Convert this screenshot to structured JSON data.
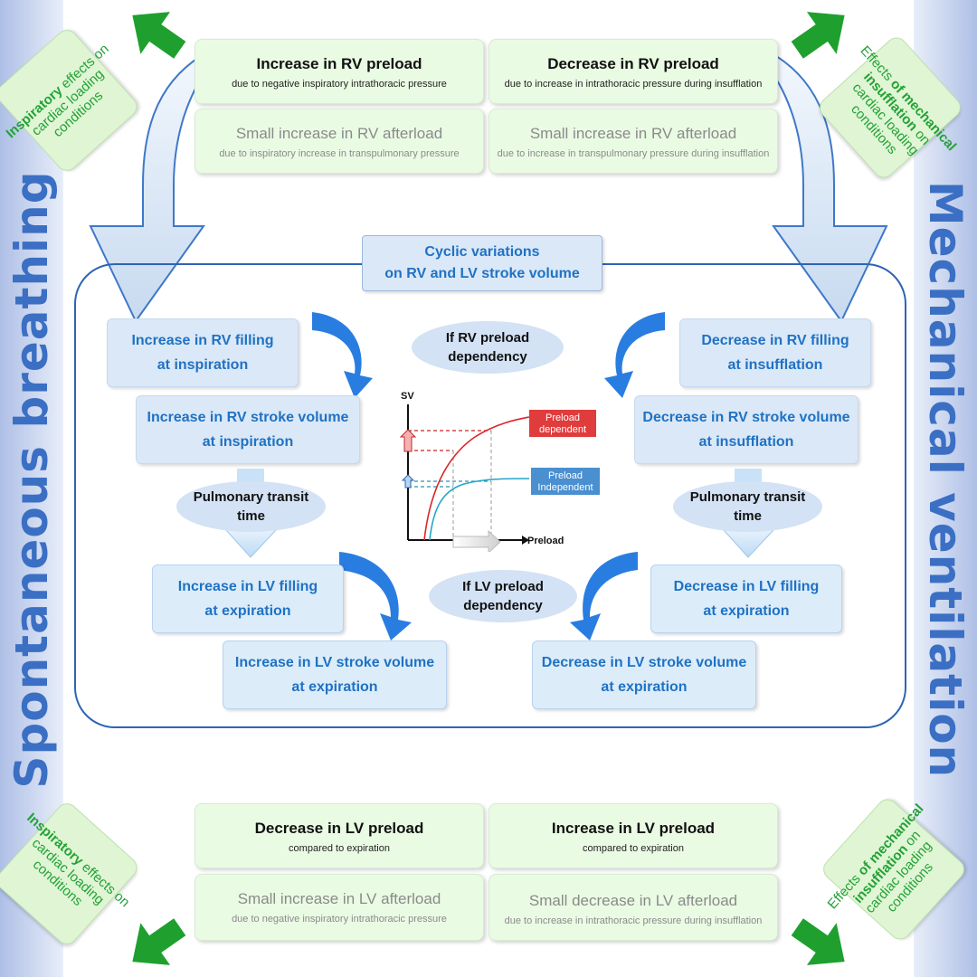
{
  "side_titles": {
    "left": "Spontaneous breathing",
    "right": "Mechanical ventilation"
  },
  "corner_notes": {
    "top_left": {
      "bold": "Inspiratory",
      "rest": " effects on cardiac loading conditions"
    },
    "top_right": {
      "pre": "Effects ",
      "bold": "of mechanical insufflation",
      "rest": " on cardiac loading conditions"
    },
    "bottom_left": {
      "bold": "Inspiratory",
      "rest": " effects on cardiac loading conditions"
    },
    "bottom_right": {
      "pre": "Effects ",
      "bold": "of mechanical insufflation",
      "rest": " on cardiac loading conditions"
    }
  },
  "top_boxes": {
    "rv_preload_increase": {
      "title": "Increase in RV preload",
      "sub": "due to negative inspiratory intrathoracic pressure"
    },
    "rv_preload_decrease": {
      "title": "Decrease in RV preload",
      "sub": "due to increase in intrathoracic pressure during insufflation"
    },
    "rv_afterload_small_increase_sb": {
      "title": "Small increase in RV afterload",
      "sub": "due to inspiratory increase in transpulmonary pressure"
    },
    "rv_afterload_small_increase_mv": {
      "title": "Small increase in RV afterload",
      "sub": "due to increase in transpulmonary pressure during insufflation"
    }
  },
  "bottom_boxes": {
    "lv_preload_decrease": {
      "title": "Decrease in LV preload",
      "sub": "compared to expiration"
    },
    "lv_preload_increase": {
      "title": "Increase in LV preload",
      "sub": "compared to expiration"
    },
    "lv_afterload_small_increase": {
      "title": "Small increase in LV afterload",
      "sub": "due to negative inspiratory intrathoracic pressure"
    },
    "lv_afterload_small_decrease": {
      "title": "Small decrease in LV afterload",
      "sub": "due to increase in intrathoracic pressure during insufflation"
    }
  },
  "cyclic": {
    "line1": "Cyclic variations",
    "line2": "on RV and LV stroke volume"
  },
  "left_flow": {
    "rv_filling": {
      "line1": "Increase in RV filling",
      "line2": "at inspiration"
    },
    "rv_stroke": {
      "line1": "Increase in RV stroke volume",
      "line2": "at inspiration"
    },
    "transit": {
      "line1": "Pulmonary transit",
      "line2": "time"
    },
    "lv_filling": {
      "line1": "Increase in LV filling",
      "line2": "at expiration"
    },
    "lv_stroke": {
      "line1": "Increase in LV stroke volume",
      "line2": "at expiration"
    }
  },
  "right_flow": {
    "rv_filling": {
      "line1": "Decrease in RV filling",
      "line2": "at insufflation"
    },
    "rv_stroke": {
      "line1": "Decrease in RV stroke volume",
      "line2": "at insufflation"
    },
    "transit": {
      "line1": "Pulmonary transit",
      "line2": "time"
    },
    "lv_filling": {
      "line1": "Decrease in LV filling",
      "line2": "at expiration"
    },
    "lv_stroke": {
      "line1": "Decrease in LV stroke volume",
      "line2": "at expiration"
    }
  },
  "dependency": {
    "rv": {
      "line1": "If RV preload",
      "line2": "dependency"
    },
    "lv": {
      "line1": "If LV preload",
      "line2": "dependency"
    }
  },
  "graph": {
    "y_label": "SV",
    "x_label": "Preload",
    "dependent": {
      "line1": "Preload",
      "line2": "dependent"
    },
    "independent": {
      "line1": "Preload",
      "line2": "Independent"
    }
  },
  "colors": {
    "accent_blue": "#1f72c4",
    "frame_blue": "#2d64b4",
    "green": "#23a236",
    "dependent_red": "#e03c3c",
    "independent_blue": "#4a8fd0"
  }
}
